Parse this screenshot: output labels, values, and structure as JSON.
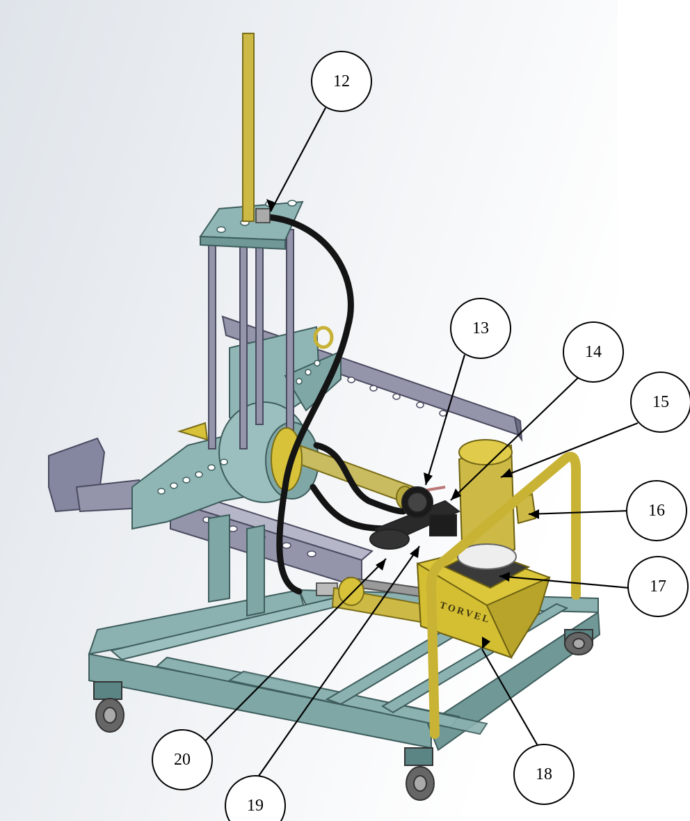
{
  "callouts": [
    {
      "label": "12"
    },
    {
      "label": "13"
    },
    {
      "label": "14"
    },
    {
      "label": "15"
    },
    {
      "label": "16"
    },
    {
      "label": "17"
    },
    {
      "label": "18"
    },
    {
      "label": "19"
    },
    {
      "label": "20"
    }
  ],
  "brand_text": "TORVEL",
  "colors": {
    "frame": "#7fa7a6",
    "frame_dark": "#4f7473",
    "yellow": "#d8c23a",
    "yellow_dark": "#9a8a1e",
    "arm": "#8f90a7",
    "arm_dark": "#5d5e75",
    "hose": "#141414",
    "background_gradient_start": "#e9edf2",
    "background_gradient_end": "#ffffff"
  }
}
